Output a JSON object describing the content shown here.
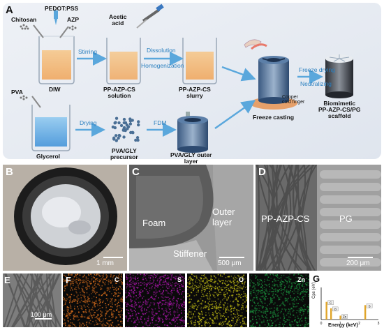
{
  "panels": {
    "A": "A",
    "B": "B",
    "C": "C",
    "D": "D",
    "E": "E",
    "F": "F",
    "G": "G"
  },
  "schematic": {
    "pedot": "PEDOT:PSS",
    "chitosan": "Chitosan",
    "azp": "AZP",
    "diw": "DIW",
    "stirring": "Stirring",
    "acetic_acid": "Acetic\nacid",
    "pp_azp_cs_solution": "PP-AZP-CS\nsolution",
    "dissolution": "Dissolution",
    "homogenization": "Homogenization",
    "pp_azp_cs_slurry": "PP-AZP-CS\nslurry",
    "copper_cold_finger": "Copper\ncold finger",
    "freeze_casting": "Freeze casting",
    "freeze_drying": "Freeze drying",
    "neutralizing": "Neutralizing",
    "biomimetic": "Biomimetic\nPP-AZP-CS/PG\nscaffold",
    "pva": "PVA",
    "glycerol": "Glycerol",
    "drying": "Drying",
    "pva_gly_precursor": "PVA/GLY\nprecursor",
    "fdm": "FDM",
    "pva_gly_outer": "PVA/GLY outer\nlayer"
  },
  "panel_b": {
    "scale": "1 mm"
  },
  "panel_c": {
    "foam": "Foam",
    "outer": "Outer\nlayer",
    "stiffener": "Stiffener",
    "scale": "500 μm"
  },
  "panel_d": {
    "left": "PP-AZP-CS",
    "right": "PG",
    "scale": "200 μm"
  },
  "panel_e": {
    "scale": "100 μm"
  },
  "panel_f": {
    "c": "C",
    "s": "S",
    "o": "O",
    "zn": "Zn"
  },
  "panel_g": {
    "ylabel": "Cps (eV)",
    "xlabel": "Energy (keV)",
    "peak_labels": [
      "C",
      "O",
      "Zn",
      "S"
    ],
    "ticks": [
      "0",
      "1",
      "2",
      "3"
    ]
  },
  "colors": {
    "arrow": "#5aa7dc",
    "c_map": "#c8661b",
    "s_map": "#a316a3",
    "o_map": "#b8b313",
    "zn_map": "#1a8a3a",
    "eds_peak": "#e0a52a"
  },
  "chart_data": {
    "type": "bar",
    "title": "",
    "xlabel": "Energy (keV)",
    "ylabel": "Cps (eV)",
    "xlim": [
      0,
      3
    ],
    "x": [
      0.28,
      0.52,
      1.01,
      2.31
    ],
    "labels": [
      "C",
      "O",
      "Zn",
      "S"
    ],
    "values": [
      0.55,
      0.35,
      0.12,
      0.45
    ],
    "grid": false
  }
}
